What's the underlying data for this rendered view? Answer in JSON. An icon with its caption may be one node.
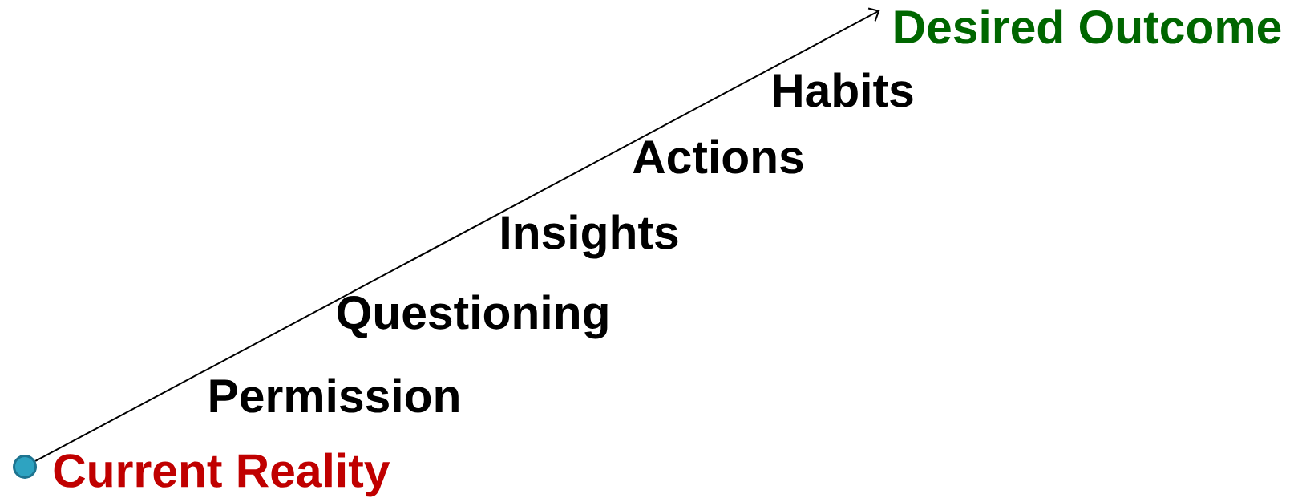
{
  "diagram": {
    "nodes": [
      {
        "text": [],
        "shape": "circle",
        "beside": [
          "Current Reality"
        ]
      },
      {
        "text": [
          "Desired Outcome"
        ]
      }
    ],
    "edges": [
      {
        "from": 0,
        "to": 1,
        "arrow": "to"
      }
    ],
    "labels": [
      "Habits",
      "Actions",
      "Insights",
      "Questioning",
      "Permission"
    ]
  }
}
